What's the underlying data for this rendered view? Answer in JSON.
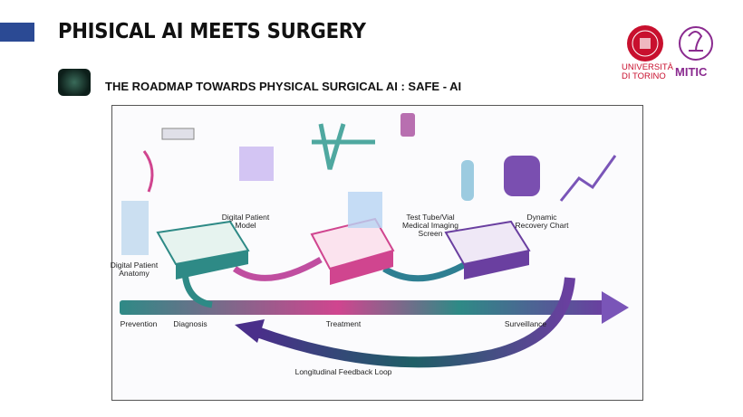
{
  "slide": {
    "title": "PHISICAL AI MEETS SURGERY",
    "subtitle": "THE ROADMAP TOWARDS PHYSICAL SURGICAL AI : SAFE - AI",
    "accent": "#2b4a94"
  },
  "logos": {
    "university_line1": "UNIVERSITÀ",
    "university_line2": "DI TORINO",
    "mitic": "MITIC",
    "university_color": "#c8102e",
    "mitic_color": "#8a2a8f"
  },
  "diagram": {
    "labels": {
      "digital_patient_model": "Digital Patient\nModel",
      "digital_patient_anatomy": "Digital Patient\nAnatomy",
      "test_tube": "Test Tube/Vial\nMedical Imaging\nScreen",
      "recovery_chart": "Dynamic\nRecovery Chart"
    },
    "stages": [
      "Prevention",
      "Diagnosis",
      "Treatment",
      "Surveillance"
    ],
    "feedback_loop": "Longitudinal Feedback Loop",
    "colors": {
      "teal": "#2e8a86",
      "pink": "#d0458f",
      "purple": "#6a3fa0"
    }
  }
}
